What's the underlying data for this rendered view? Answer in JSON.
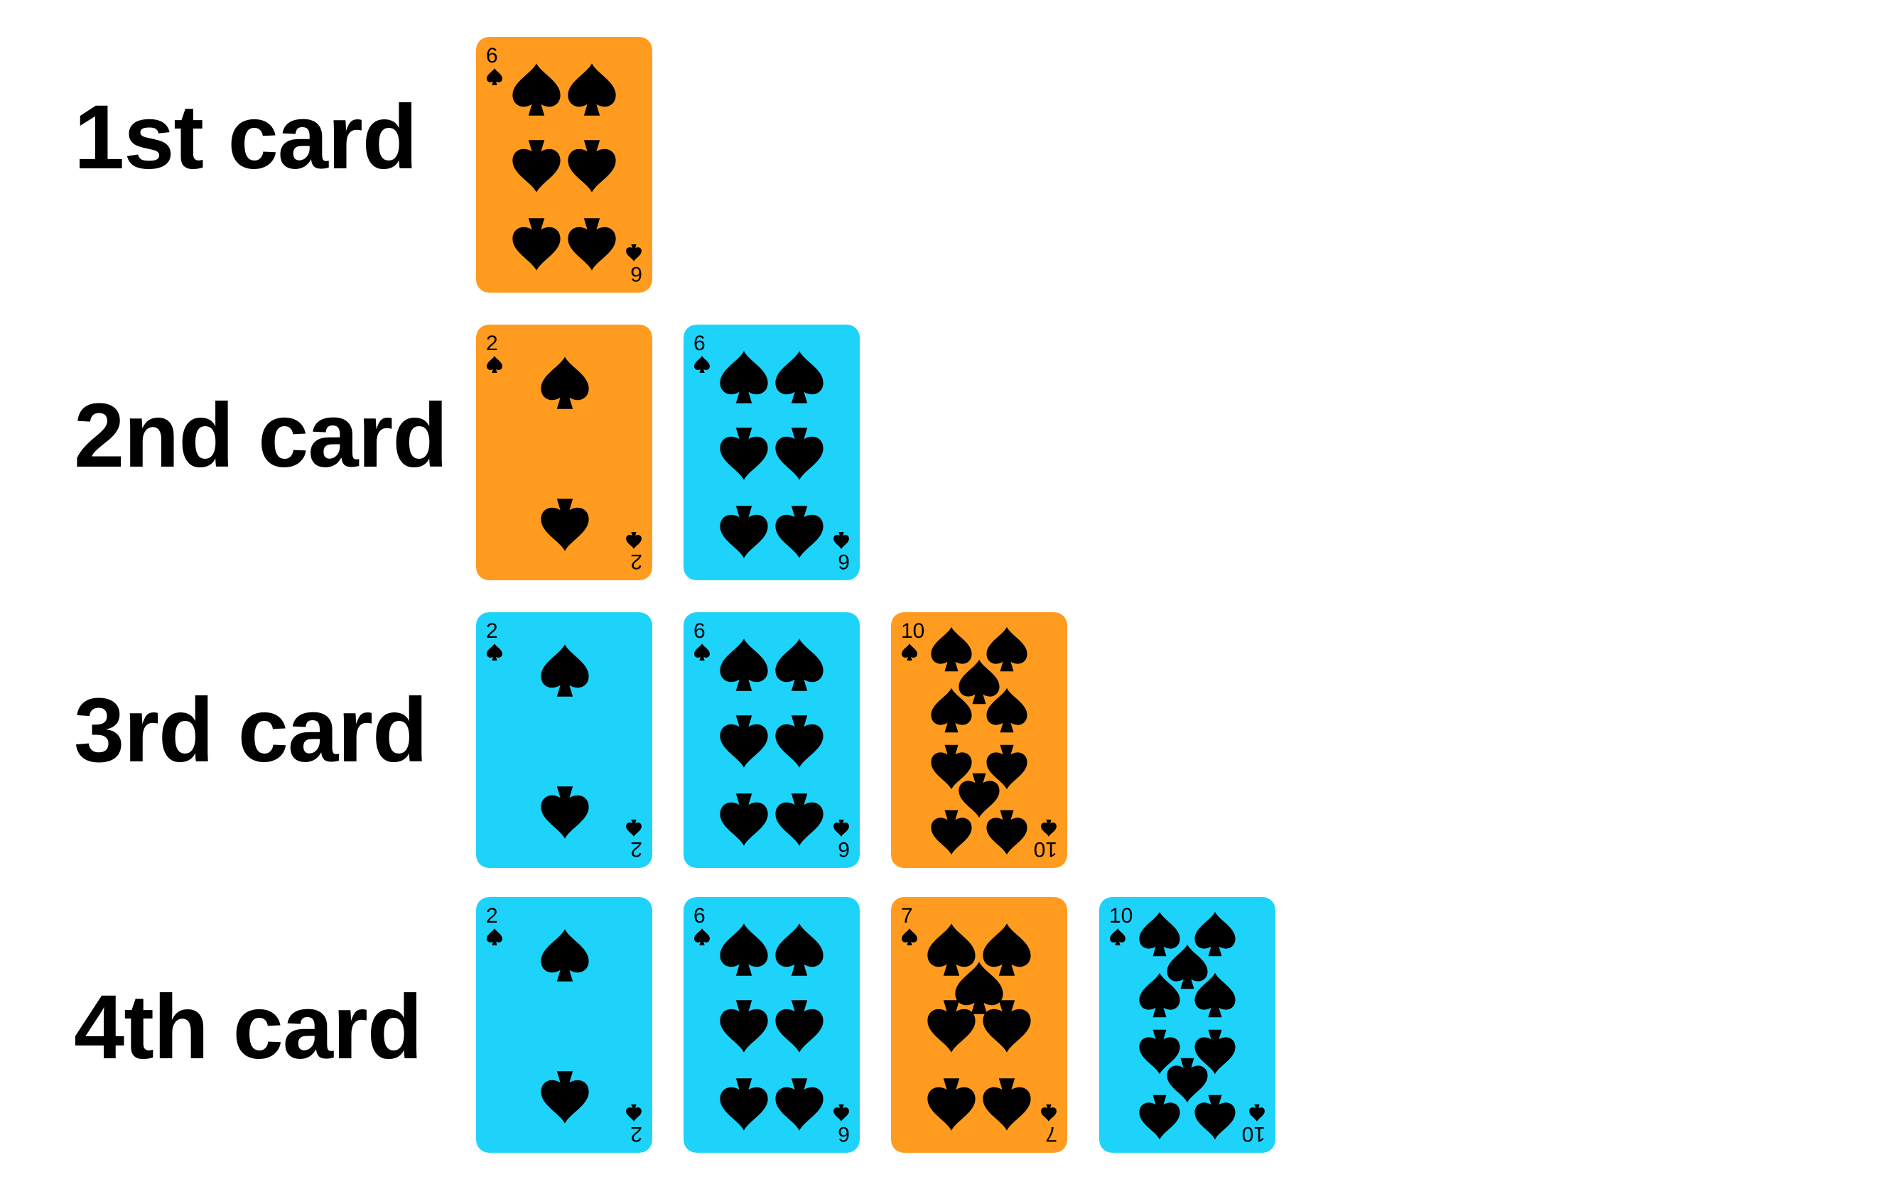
{
  "colors": {
    "orange": "#FF9B1F",
    "blue": "#1ED3FA",
    "ink": "#000000"
  },
  "suit_icon": "spade-icon",
  "rows": [
    {
      "label": "1st card",
      "cards": [
        {
          "rank": "6",
          "color": "orange"
        }
      ]
    },
    {
      "label": "2nd card",
      "cards": [
        {
          "rank": "2",
          "color": "orange"
        },
        {
          "rank": "6",
          "color": "blue"
        }
      ]
    },
    {
      "label": "3rd card",
      "cards": [
        {
          "rank": "2",
          "color": "blue"
        },
        {
          "rank": "6",
          "color": "blue"
        },
        {
          "rank": "10",
          "color": "orange"
        }
      ]
    },
    {
      "label": "4th card",
      "cards": [
        {
          "rank": "2",
          "color": "blue"
        },
        {
          "rank": "6",
          "color": "blue"
        },
        {
          "rank": "7",
          "color": "orange"
        },
        {
          "rank": "10",
          "color": "blue"
        }
      ]
    }
  ]
}
